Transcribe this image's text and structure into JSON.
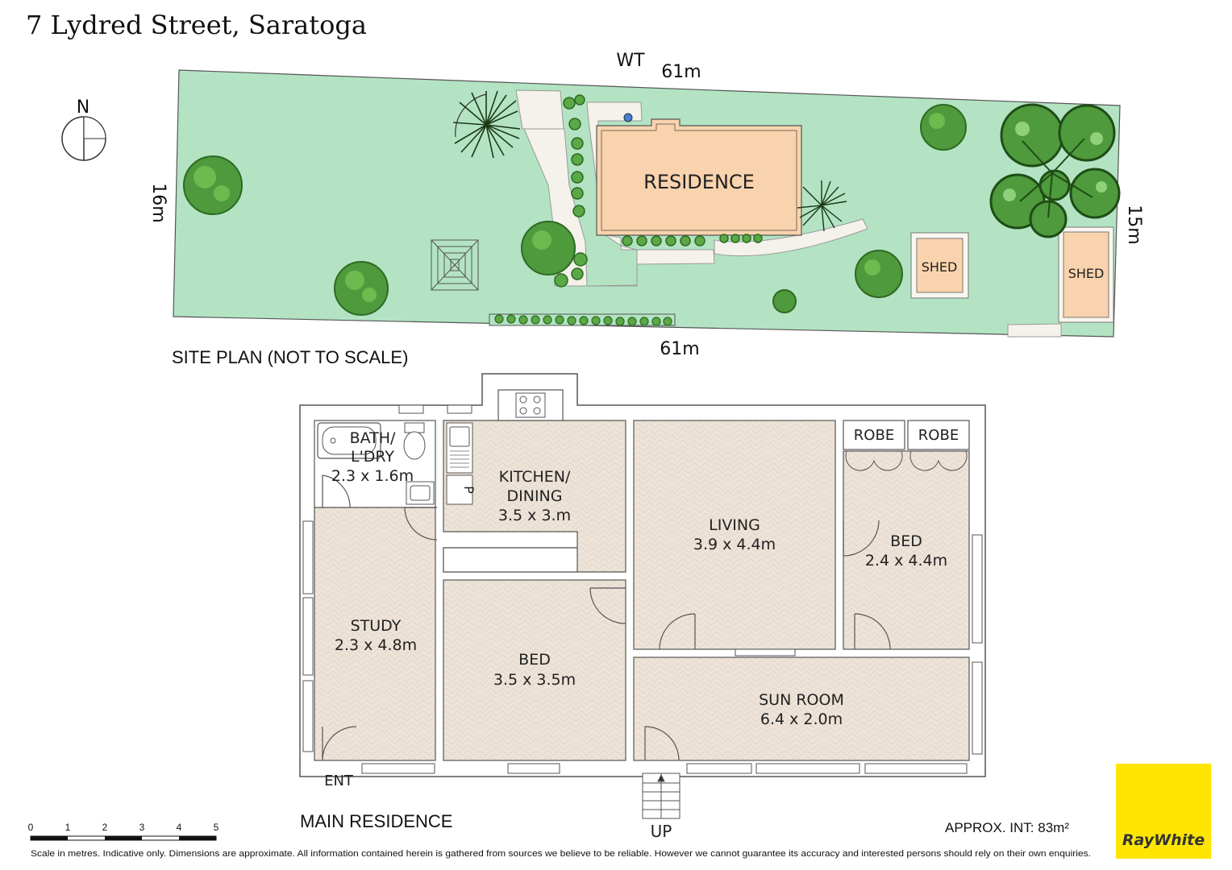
{
  "title": "7 Lydred Street, Saratoga",
  "site_plan": {
    "caption": "SITE PLAN (NOT TO SCALE)",
    "north_label": "N",
    "dimensions": {
      "top": "61m",
      "bottom": "61m",
      "left": "16m",
      "right": "15m"
    },
    "water_tank_label": "WT",
    "residence_label": "RESIDENCE",
    "shed_labels": [
      "SHED",
      "SHED"
    ]
  },
  "floor_plan": {
    "caption": "MAIN RESIDENCE",
    "rooms": {
      "bath_name_1": "BATH/",
      "bath_name_2": "L'DRY",
      "bath_size": "2.3 x 1.6m",
      "kitchen_name_1": "KITCHEN/",
      "kitchen_name_2": "DINING",
      "kitchen_size": "3.5 x 3.m",
      "living_name": "LIVING",
      "living_size": "3.9 x 4.4m",
      "bed1_name": "BED",
      "bed1_size": "2.4 x 4.4m",
      "study_name": "STUDY",
      "study_size": "2.3 x 4.8m",
      "bed2_name": "BED",
      "bed2_size": "3.5 x 3.5m",
      "sunroom_name": "SUN ROOM",
      "sunroom_size": "6.4 x 2.0m"
    },
    "robes": [
      "ROBE",
      "ROBE"
    ],
    "pantry_label": "P",
    "entry_label": "ENT",
    "stairs_label": "UP"
  },
  "scale_bar": {
    "ticks": [
      "0",
      "1",
      "2",
      "3",
      "4",
      "5"
    ]
  },
  "area": "APPROX. INT:  83m²",
  "disclaimer": "Scale in metres. Indicative only. Dimensions are approximate. All information contained herein is gathered from sources we believe to be reliable. However we cannot guarantee its accuracy and interested persons should rely on their own enquiries.",
  "brand": "RayWhite",
  "colors": {
    "lawn": "#b3e3c3",
    "residence": "#f9d3ad",
    "floor": "#ede3d8",
    "tree": "#4e9a3c",
    "tree_dark": "#2d6a22",
    "brand_yellow": "#ffe500"
  }
}
